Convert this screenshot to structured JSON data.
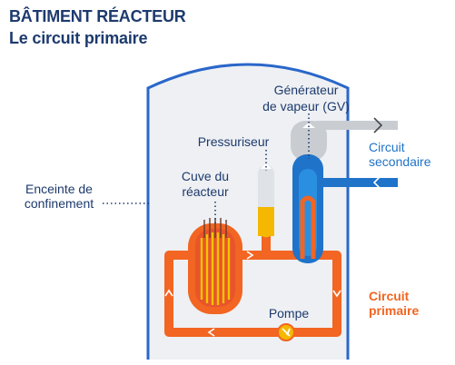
{
  "title": "BÂTIMENT RÉACTEUR",
  "subtitle": "Le circuit primaire",
  "labels": {
    "generateur_line1": "Générateur",
    "generateur_line2": "de vapeur (GV)",
    "pressuriseur": "Pressuriseur",
    "cuve_line1": "Cuve du",
    "cuve_line2": "réacteur",
    "enceinte_line1": "Enceinte de",
    "enceinte_line2": "confinement",
    "circuit_secondaire_line1": "Circuit",
    "circuit_secondaire_line2": "secondaire",
    "circuit_primaire_line1": "Circuit",
    "circuit_primaire_line2": "primaire",
    "pompe": "Pompe"
  },
  "colors": {
    "title": "#1d3a6e",
    "containment_stroke": "#2a67c9",
    "primary_circuit": "#f26522",
    "secondary_circuit": "#1f73c9",
    "pressurizer_water": "#f5b800",
    "reactor_fuel": "#f2c400",
    "steam_gray": "#c9cdd2"
  }
}
